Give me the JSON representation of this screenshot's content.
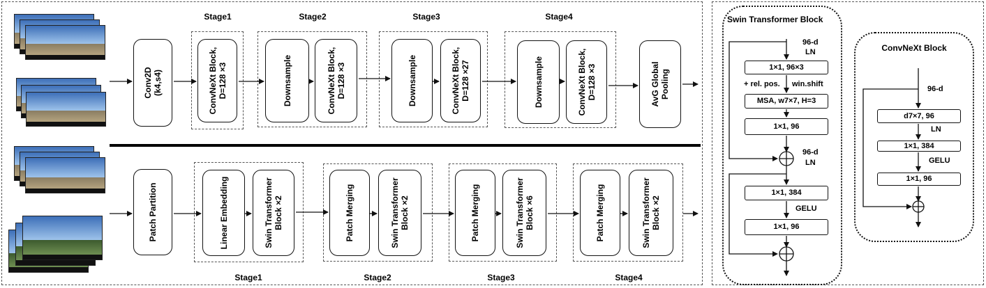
{
  "top": {
    "conv": "Conv2D\n(k4,s4)",
    "stage_labels": [
      "Stage1",
      "Stage2",
      "Stage3",
      "Stage4"
    ],
    "stage1_block": "ConvNeXt Block,\nD=128 ×3",
    "downsample": "Downsample",
    "stage2_block": "ConvNeXt Block,\nD=128 ×3",
    "stage3_block": "ConvNeXt Block,\nD=128 ×27",
    "stage4_block": "ConvNeXt Block,\nD=128 ×3",
    "pool": "AvG Global\nPooling"
  },
  "bottom": {
    "partition": "Patch Partition",
    "linear_embedding": "Linear Embedding",
    "merging": "Patch Merging",
    "stage1_block": "Swin Transformer\nBlock ×2",
    "stage2_block": "Swin Transformer\nBlock ×2",
    "stage3_block": "Swin Transformer\nBlock ×6",
    "stage4_block": "Swin Transformer\nBlock ×2",
    "stage_labels": [
      "Stage1",
      "Stage2",
      "Stage3",
      "Stage4"
    ]
  },
  "swin": {
    "title": "Swin Transformer Block",
    "dim1": "96-d",
    "ln1": "LN",
    "box1": "1×1, 96×3",
    "relpos": "+ rel. pos.",
    "winshift": "win.shift",
    "box2": "MSA, w7×7, H=3",
    "box3": "1×1, 96",
    "dim2": "96-d",
    "ln2": "LN",
    "box4": "1×1, 384",
    "gelu": "GELU",
    "box5": "1×1, 96"
  },
  "convnext": {
    "title": "ConvNeXt Block",
    "dim": "96-d",
    "box1": "d7×7, 96",
    "ln": "LN",
    "box2": "1×1, 384",
    "gelu": "GELU",
    "box3": "1×1, 96"
  },
  "colors": {
    "line": "#111111",
    "frame": "#555555",
    "sky": "#3d6fb8"
  }
}
